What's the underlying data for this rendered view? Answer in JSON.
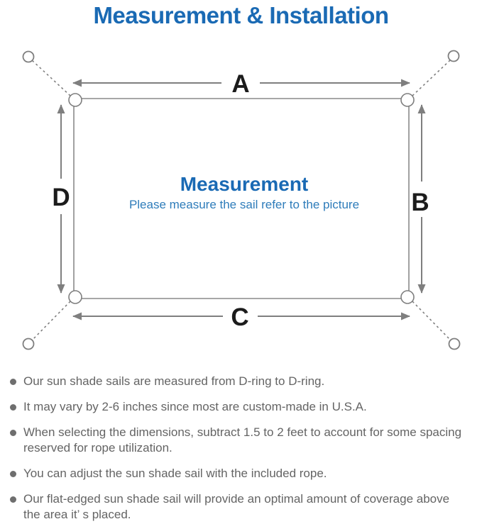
{
  "title": "Measurement & Installation",
  "colors": {
    "accent_blue": "#1a6ab4",
    "subtitle_blue": "#2e7cba",
    "line_gray": "#7f7f7f",
    "label_black": "#1c1c1c",
    "note_gray": "#646464"
  },
  "diagram": {
    "labels": {
      "top": "A",
      "right": "B",
      "bottom": "C",
      "left": "D"
    },
    "center_title": "Measurement",
    "center_subtitle": "Please measure the sail refer to the picture"
  },
  "notes": [
    {
      "lines": [
        "Our sun shade sails are measured from D-ring to D-ring."
      ]
    },
    {
      "lines": [
        "It may vary by 2-6 inches since most are custom-made in U.S.A."
      ]
    },
    {
      "lines": [
        "When selecting the dimensions, subtract 1.5 to 2 feet to account for some spacing",
        "reserved for rope utilization."
      ]
    },
    {
      "lines": [
        "You can adjust the sun shade sail with the included rope."
      ]
    },
    {
      "lines": [
        "Our flat-edged sun shade sail will provide an optimal amount of coverage above",
        "the area it’ s placed."
      ]
    }
  ]
}
